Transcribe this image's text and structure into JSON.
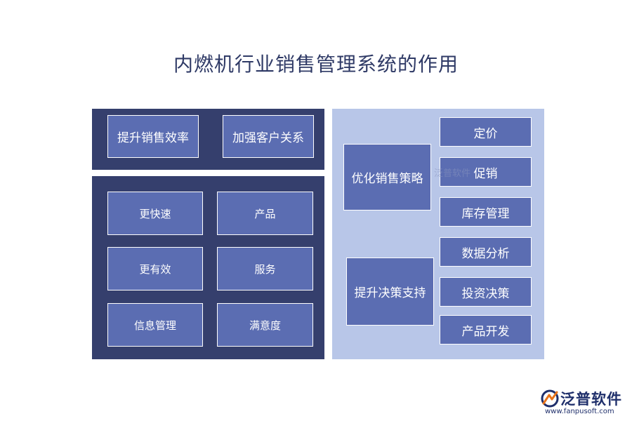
{
  "title": "内燃机行业销售管理系统的作用",
  "top_panel": {
    "items": [
      "提升销售效率",
      "加强客户关系"
    ]
  },
  "bottom_panel": {
    "items": [
      "更快速",
      "产品",
      "更有效",
      "服务",
      "信息管理",
      "满意度"
    ]
  },
  "right_panel": {
    "main": [
      "优化销售策略",
      "提升决策支持"
    ],
    "subs": [
      "定价",
      "促销",
      "库存管理",
      "数据分析",
      "投资决策",
      "产品开发"
    ],
    "watermark": "泛普软件"
  },
  "logo": {
    "name": "泛普软件",
    "url": "www.fanpusoft.com"
  },
  "colors": {
    "title": "#2f3a66",
    "dark_panel": "#353f6d",
    "light_panel": "#b8c6e8",
    "box": "#5b6db2",
    "logo": "#1f2f6b",
    "logo_accent": "#e8731a"
  }
}
